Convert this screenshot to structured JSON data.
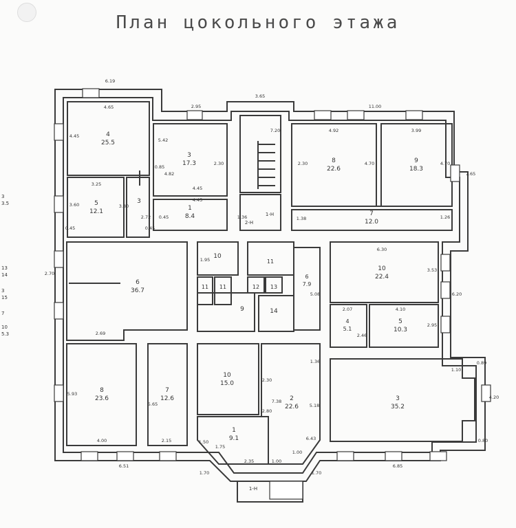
{
  "title": "План цокольного этажа",
  "rooms": [
    {
      "number": "4",
      "area": "25.5"
    },
    {
      "number": "3",
      "area": "17.3"
    },
    {
      "number": "5",
      "area": "12.1"
    },
    {
      "number": "3",
      "area": ""
    },
    {
      "number": "1",
      "area": "8.4"
    },
    {
      "number": "8",
      "area": "22.6"
    },
    {
      "number": "9",
      "area": "18.3"
    },
    {
      "number": "7",
      "area": "12.0"
    },
    {
      "number": "6",
      "area": "36.7"
    },
    {
      "number": "10",
      "area": ""
    },
    {
      "number": "11",
      "area": ""
    },
    {
      "number": "11",
      "area": ""
    },
    {
      "number": "11",
      "area": ""
    },
    {
      "number": "12",
      "area": ""
    },
    {
      "number": "13",
      "area": ""
    },
    {
      "number": "9",
      "area": ""
    },
    {
      "number": "14",
      "area": ""
    },
    {
      "number": "6",
      "area": "7.9"
    },
    {
      "number": "10",
      "area": "22.4"
    },
    {
      "number": "4",
      "area": "5.1"
    },
    {
      "number": "5",
      "area": "10.3"
    },
    {
      "number": "8",
      "area": "23.6"
    },
    {
      "number": "7",
      "area": "12.6"
    },
    {
      "number": "10",
      "area": "15.0"
    },
    {
      "number": "2",
      "area": "22.6"
    },
    {
      "number": "1",
      "area": "9.1"
    },
    {
      "number": "3",
      "area": "35.2"
    }
  ],
  "dimensions": [
    "6.19",
    "4.65",
    "4.45",
    "2.95",
    "3.65",
    "11.00",
    "4.92",
    "3.99",
    "7.65",
    "5.42",
    "2.30",
    "2.30",
    "4.70",
    "4.70",
    "3.25",
    "3.60",
    "4.45",
    "4.45",
    "0.45",
    "0.45",
    "2.72",
    "4.82",
    "1.38",
    "1.26",
    "3.80",
    "2.70",
    "6.30",
    "3.53",
    "2.69",
    "5.08",
    "6.20",
    "1.95",
    "2.07",
    "4.10",
    "2.46",
    "2.95",
    "0.89",
    "1.10",
    "5.93",
    "4.00",
    "5.65",
    "2.15",
    "2.30",
    "7.38",
    "5.18",
    "1.50",
    "1.75",
    "2.35",
    "1.00",
    "4.20",
    "0.80",
    "6.51",
    "6.85",
    "6.43",
    "1.70",
    "1.70",
    "7.20",
    "1.36",
    "0.45",
    "2.80",
    "1.00",
    "0.85",
    "1.36"
  ],
  "labels": {
    "stair_top_a": "1-Н",
    "stair_top_b": "2-Н",
    "stair_bottom": "1-Н"
  },
  "margin_fragments": [
    "3",
    "3.5",
    "13",
    "14",
    "3",
    "15",
    "7",
    "10",
    "5.3"
  ]
}
